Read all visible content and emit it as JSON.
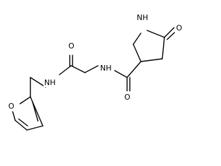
{
  "structure": {
    "labels": {
      "ring_nh": "NH",
      "ring_oxo": "O",
      "amide_nh_right": "NH",
      "amide_o_right": "O",
      "amide_o_left": "O",
      "amide_nh_left": "NH",
      "furan_o": "O"
    },
    "colors": {
      "bond": "#000000",
      "text": "#000000",
      "background": "#ffffff"
    }
  }
}
